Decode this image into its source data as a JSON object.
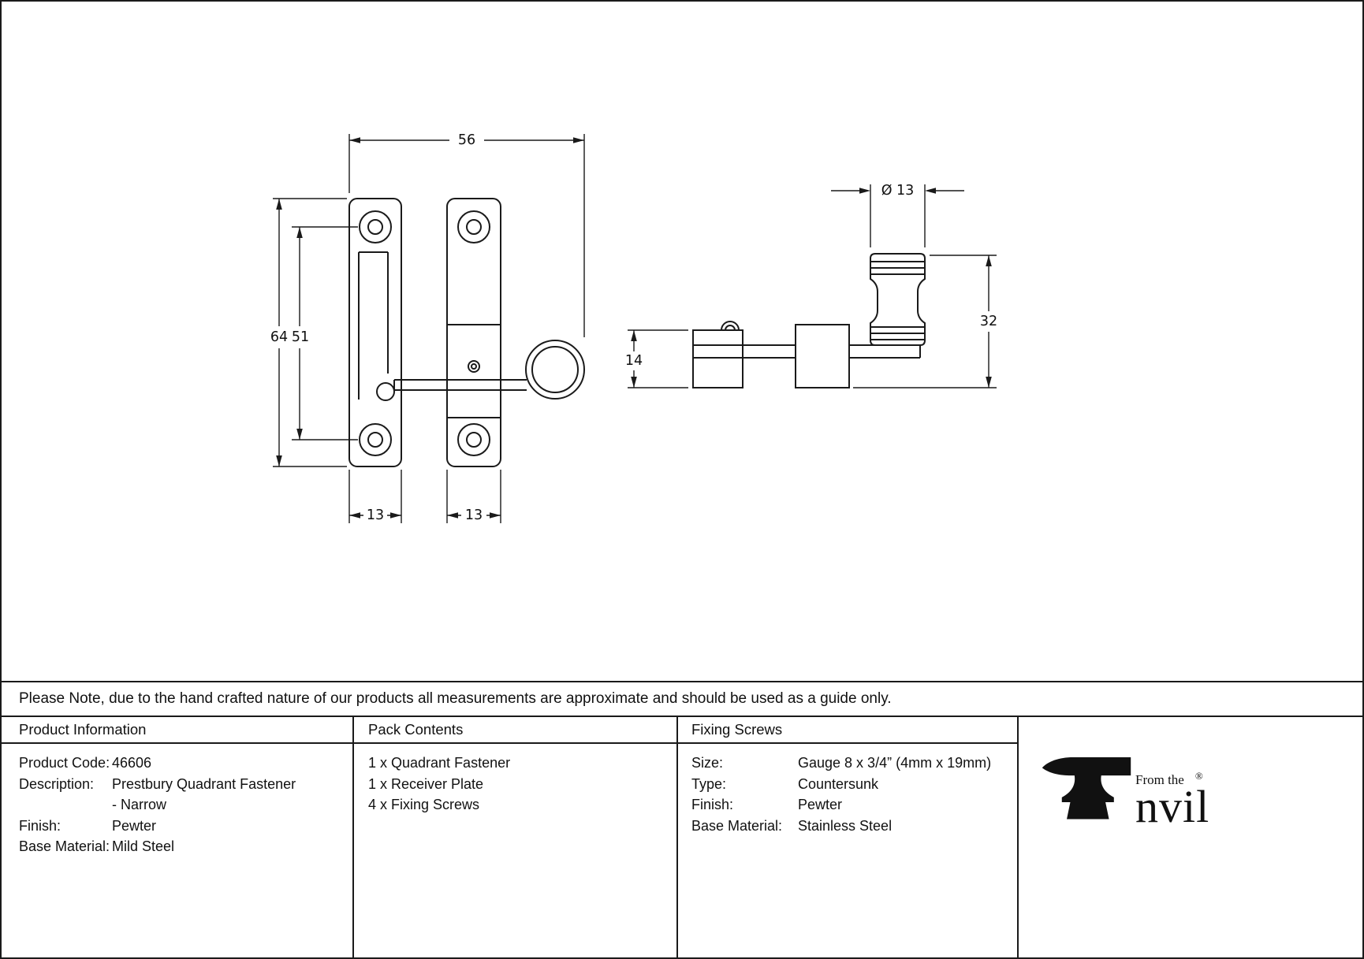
{
  "note": "Please Note, due to the hand crafted nature of our products all measurements are approximate and should be used as a guide only.",
  "drawing": {
    "front_view": {
      "dim_width": "56",
      "dim_height_outer": "64",
      "dim_height_holes": "51",
      "dim_plate_left": "13",
      "dim_plate_right": "13"
    },
    "side_view": {
      "dim_diameter": "Ø 13",
      "dim_height_knob": "32",
      "dim_height_bracket": "14"
    }
  },
  "table": {
    "product_information": {
      "header": "Product Information",
      "rows": [
        {
          "label": "Product Code:",
          "value": "46606"
        },
        {
          "label": "Description:",
          "value": "Prestbury Quadrant Fastener"
        },
        {
          "label": "",
          "value": "- Narrow"
        },
        {
          "label": "Finish:",
          "value": "Pewter"
        },
        {
          "label": "Base Material:",
          "value": "Mild Steel"
        }
      ]
    },
    "pack_contents": {
      "header": "Pack Contents",
      "items": [
        "1 x Quadrant Fastener",
        "1 x Receiver Plate",
        "4 x Fixing Screws"
      ]
    },
    "fixing_screws": {
      "header": "Fixing Screws",
      "rows": [
        {
          "label": "Size:",
          "value": "Gauge 8 x 3/4” (4mm x 19mm)"
        },
        {
          "label": "Type:",
          "value": "Countersunk"
        },
        {
          "label": "Finish:",
          "value": "Pewter"
        },
        {
          "label": "Base Material:",
          "value": "Stainless Steel"
        }
      ]
    }
  },
  "logo": {
    "tagline": "From the",
    "wordmark_rest": "nvil",
    "registered": "®"
  }
}
